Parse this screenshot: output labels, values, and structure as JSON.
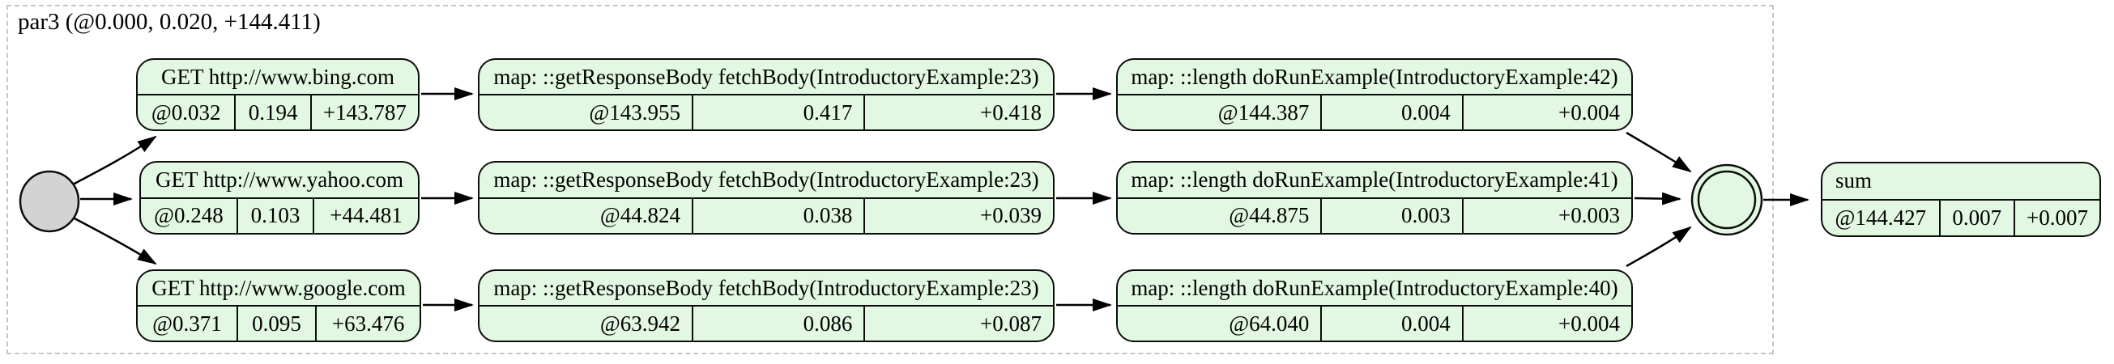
{
  "cluster": {
    "label": "par3 (@0.000, 0.020, +144.411)"
  },
  "colors": {
    "node_fill": "#e2f8e2",
    "node_border": "#0d0d0d",
    "start_node_fill": "#d3d3d3",
    "end_node_fill": "#e2f8e2",
    "cluster_border": "#c6c6c6",
    "edge": "#000000",
    "background": "#ffffff"
  },
  "rows": [
    {
      "nodes": [
        {
          "label": "GET http://www.bing.com",
          "at": "@0.032",
          "duration": "0.194",
          "delta": "+143.787"
        },
        {
          "label": "map: ::getResponseBody fetchBody(IntroductoryExample:23)",
          "at": "@143.955",
          "duration": "0.417",
          "delta": "+0.418"
        },
        {
          "label": "map: ::length doRunExample(IntroductoryExample:42)",
          "at": "@144.387",
          "duration": "0.004",
          "delta": "+0.004"
        }
      ]
    },
    {
      "nodes": [
        {
          "label": "GET http://www.yahoo.com",
          "at": "@0.248",
          "duration": "0.103",
          "delta": "+44.481"
        },
        {
          "label": "map: ::getResponseBody fetchBody(IntroductoryExample:23)",
          "at": "@44.824",
          "duration": "0.038",
          "delta": "+0.039"
        },
        {
          "label": "map: ::length doRunExample(IntroductoryExample:41)",
          "at": "@44.875",
          "duration": "0.003",
          "delta": "+0.003"
        }
      ]
    },
    {
      "nodes": [
        {
          "label": "GET http://www.google.com",
          "at": "@0.371",
          "duration": "0.095",
          "delta": "+63.476"
        },
        {
          "label": "map: ::getResponseBody fetchBody(IntroductoryExample:23)",
          "at": "@63.942",
          "duration": "0.086",
          "delta": "+0.087"
        },
        {
          "label": "map: ::length doRunExample(IntroductoryExample:40)",
          "at": "@64.040",
          "duration": "0.004",
          "delta": "+0.004"
        }
      ]
    }
  ],
  "sum": {
    "label": "sum",
    "at": "@144.427",
    "duration": "0.007",
    "delta": "+0.007"
  }
}
